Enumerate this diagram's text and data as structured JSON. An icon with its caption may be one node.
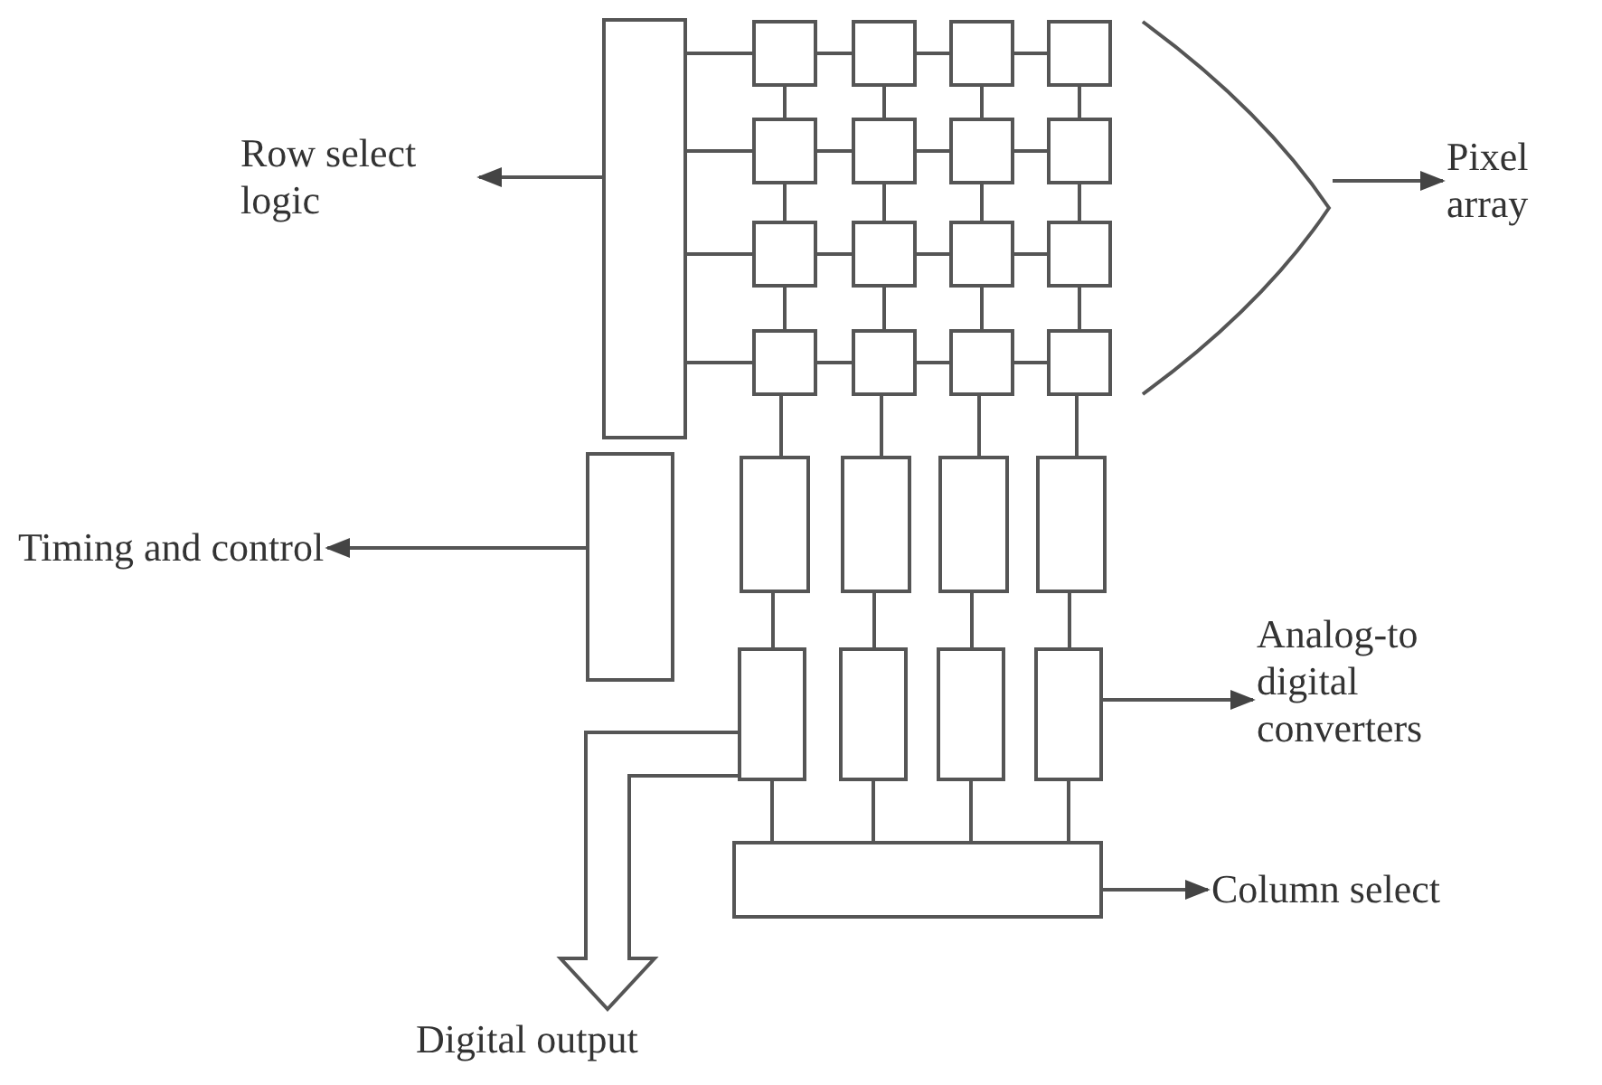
{
  "diagram": {
    "nodes": [
      {
        "text": [
          "Row select logic"
        ]
      },
      {
        "text": [],
        "shape": "box"
      },
      {
        "text": [],
        "shape": "box"
      },
      {
        "text": [],
        "shape": "box"
      },
      {
        "text": [],
        "shape": "box"
      },
      {
        "text": [],
        "shape": "box"
      },
      {
        "text": [],
        "shape": "box"
      },
      {
        "text": [],
        "shape": "box"
      },
      {
        "text": [],
        "shape": "box"
      },
      {
        "text": [],
        "shape": "box"
      },
      {
        "text": [],
        "shape": "box"
      },
      {
        "text": [],
        "shape": "box"
      },
      {
        "text": [],
        "shape": "box"
      },
      {
        "text": [],
        "shape": "box"
      },
      {
        "text": [],
        "shape": "box"
      },
      {
        "text": [],
        "shape": "box"
      },
      {
        "text": [],
        "shape": "box"
      },
      {
        "text": [],
        "shape": "box"
      },
      {
        "text": [
          "Pixel array"
        ]
      },
      {
        "text": [
          "Timing and control"
        ]
      },
      {
        "text": [],
        "shape": "box"
      },
      {
        "text": [],
        "shape": "box"
      },
      {
        "text": [],
        "shape": "box"
      },
      {
        "text": [],
        "shape": "box"
      },
      {
        "text": [],
        "shape": "box"
      },
      {
        "text": [],
        "shape": "box"
      },
      {
        "text": [],
        "shape": "box"
      },
      {
        "text": [],
        "shape": "box"
      },
      {
        "text": [],
        "shape": "box"
      },
      {
        "text": [
          "Analog-to digital converters"
        ]
      },
      {
        "text": [],
        "shape": "box"
      },
      {
        "text": [
          "Column select"
        ]
      },
      {
        "text": [
          "Digital output"
        ]
      },
      {
        "text": [],
        "shape": "bracket"
      }
    ],
    "edges": [
      {
        "from": 1,
        "to": 0,
        "arrow": "to"
      },
      {
        "from": 1,
        "to": 2,
        "arrow": "none"
      },
      {
        "from": 1,
        "to": 6,
        "arrow": "none"
      },
      {
        "from": 1,
        "to": 10,
        "arrow": "none"
      },
      {
        "from": 1,
        "to": 14,
        "arrow": "none"
      },
      {
        "from": 2,
        "to": 3,
        "arrow": "none"
      },
      {
        "from": 3,
        "to": 4,
        "arrow": "none"
      },
      {
        "from": 4,
        "to": 5,
        "arrow": "none"
      },
      {
        "from": 6,
        "to": 7,
        "arrow": "none"
      },
      {
        "from": 7,
        "to": 8,
        "arrow": "none"
      },
      {
        "from": 8,
        "to": 9,
        "arrow": "none"
      },
      {
        "from": 10,
        "to": 11,
        "arrow": "none"
      },
      {
        "from": 11,
        "to": 12,
        "arrow": "none"
      },
      {
        "from": 12,
        "to": 13,
        "arrow": "none"
      },
      {
        "from": 14,
        "to": 15,
        "arrow": "none"
      },
      {
        "from": 15,
        "to": 16,
        "arrow": "none"
      },
      {
        "from": 16,
        "to": 17,
        "arrow": "none"
      },
      {
        "from": 2,
        "to": 6,
        "arrow": "none"
      },
      {
        "from": 3,
        "to": 7,
        "arrow": "none"
      },
      {
        "from": 4,
        "to": 8,
        "arrow": "none"
      },
      {
        "from": 5,
        "to": 9,
        "arrow": "none"
      },
      {
        "from": 6,
        "to": 10,
        "arrow": "none"
      },
      {
        "from": 7,
        "to": 11,
        "arrow": "none"
      },
      {
        "from": 8,
        "to": 12,
        "arrow": "none"
      },
      {
        "from": 9,
        "to": 13,
        "arrow": "none"
      },
      {
        "from": 10,
        "to": 14,
        "arrow": "none"
      },
      {
        "from": 11,
        "to": 15,
        "arrow": "none"
      },
      {
        "from": 12,
        "to": 16,
        "arrow": "none"
      },
      {
        "from": 13,
        "to": 17,
        "arrow": "none"
      },
      {
        "from": 14,
        "to": 21,
        "arrow": "none"
      },
      {
        "from": 15,
        "to": 22,
        "arrow": "none"
      },
      {
        "from": 16,
        "to": 23,
        "arrow": "none"
      },
      {
        "from": 17,
        "to": 24,
        "arrow": "none"
      },
      {
        "from": 21,
        "to": 25,
        "arrow": "none"
      },
      {
        "from": 22,
        "to": 26,
        "arrow": "none"
      },
      {
        "from": 23,
        "to": 27,
        "arrow": "none"
      },
      {
        "from": 24,
        "to": 28,
        "arrow": "none"
      },
      {
        "from": 25,
        "to": 30,
        "arrow": "none"
      },
      {
        "from": 26,
        "to": 30,
        "arrow": "none"
      },
      {
        "from": 27,
        "to": 30,
        "arrow": "none"
      },
      {
        "from": 28,
        "to": 30,
        "arrow": "none"
      },
      {
        "from": 33,
        "to": 18,
        "arrow": "to"
      },
      {
        "from": 20,
        "to": 19,
        "arrow": "to"
      },
      {
        "from": 28,
        "to": 29,
        "arrow": "to"
      },
      {
        "from": 30,
        "to": 31,
        "arrow": "to"
      },
      {
        "from": 25,
        "to": 32,
        "arrow": "to",
        "style": "thick"
      }
    ]
  }
}
